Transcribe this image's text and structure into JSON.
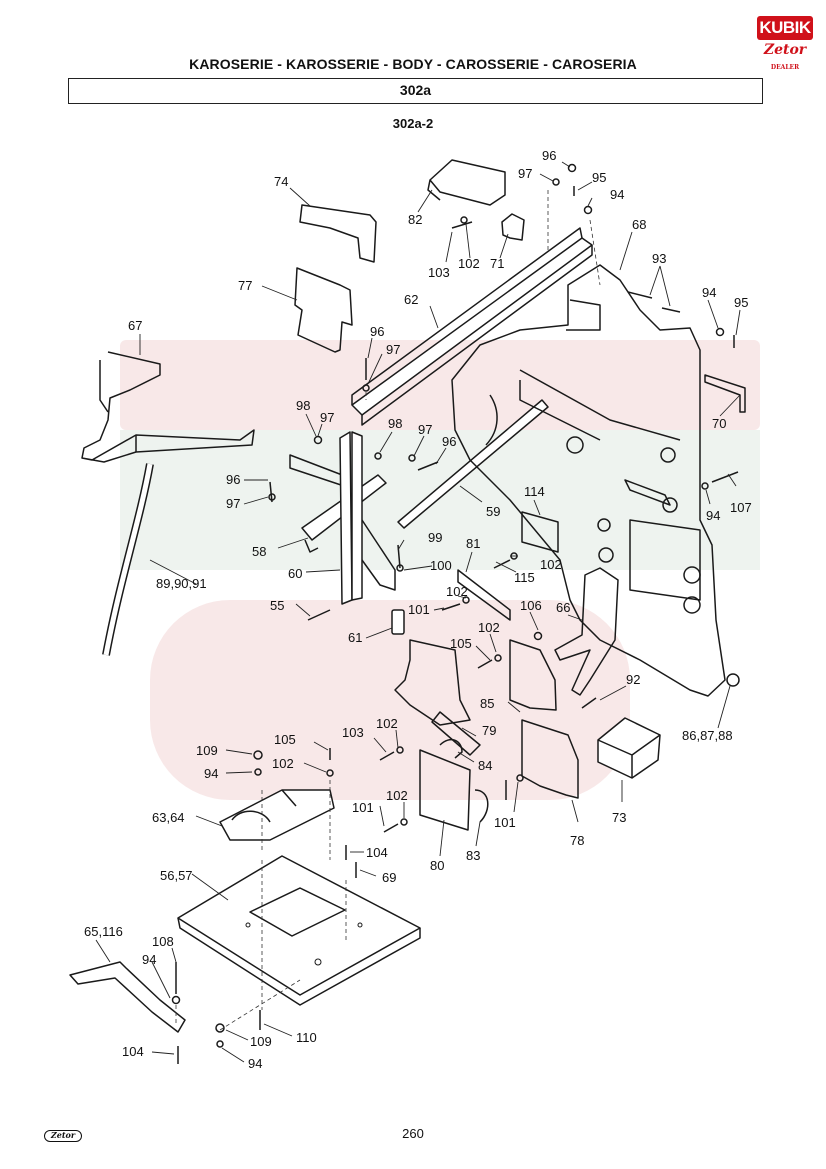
{
  "header": {
    "title": "KAROSERIE - KAROSSERIE - BODY - CAROSSERIE - CAROSERIA",
    "section": "302a",
    "subsection": "302a-2"
  },
  "brand": {
    "logo_top": "KUBIK",
    "logo_bottom": "Zetor",
    "logo_small": "DEALER",
    "footer_logo": "Zetor",
    "accent": "#d0111a"
  },
  "footer": {
    "page_number": "260"
  },
  "callouts": [
    "96",
    "97",
    "95",
    "94",
    "74",
    "82",
    "68",
    "103",
    "102",
    "71",
    "93",
    "77",
    "62",
    "94",
    "95",
    "67",
    "96",
    "97",
    "70",
    "98",
    "97",
    "98",
    "97",
    "96",
    "114",
    "96",
    "107",
    "94",
    "97",
    "59",
    "58",
    "99",
    "60",
    "100",
    "81",
    "102",
    "89,90,91",
    "115",
    "102",
    "55",
    "101",
    "106",
    "61",
    "66",
    "102",
    "105",
    "92",
    "85",
    "79",
    "86,87,88",
    "103",
    "102",
    "84",
    "109",
    "105",
    "94",
    "102",
    "73",
    "102",
    "101",
    "63,64",
    "101",
    "78",
    "80",
    "83",
    "104",
    "69",
    "56,57",
    "65,116",
    "108",
    "94",
    "110",
    "109",
    "104",
    "94"
  ]
}
